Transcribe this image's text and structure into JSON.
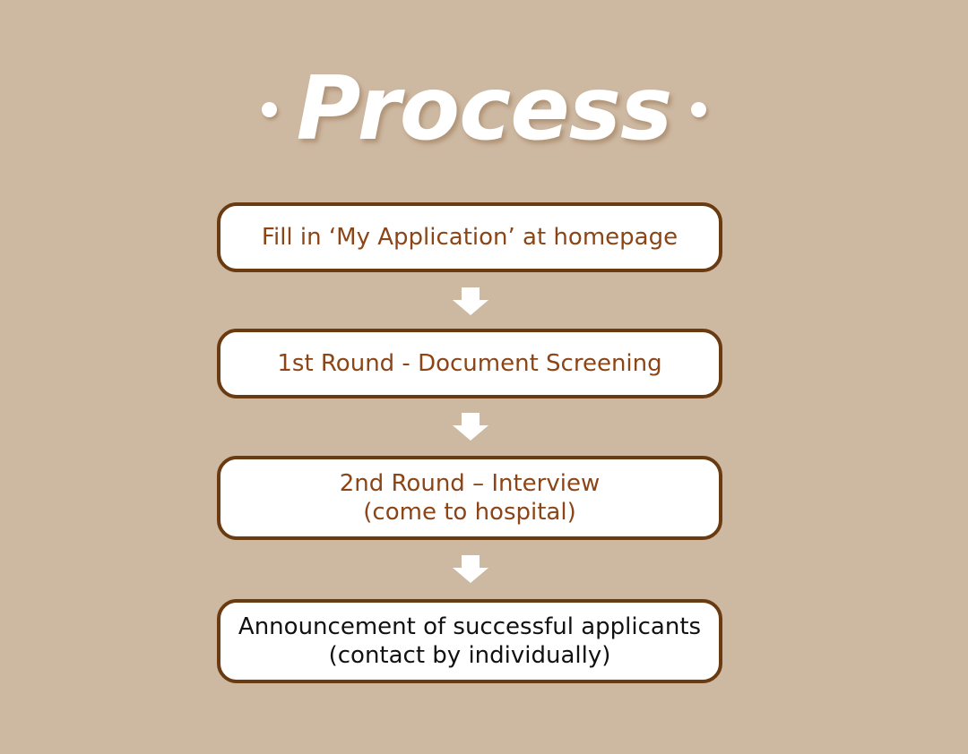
{
  "title": "Process",
  "steps": [
    {
      "lines": [
        "Fill in ‘My Application’ at homepage"
      ]
    },
    {
      "lines": [
        "1st Round - Document Screening"
      ]
    },
    {
      "lines": [
        "2nd Round – Interview",
        "(come to hospital)"
      ]
    },
    {
      "lines": [
        "Announcement of successful applicants",
        "(contact by individually)"
      ]
    }
  ],
  "colors": {
    "background": "#cdb8a1",
    "box_border": "#6a3a10",
    "step_text": "#8b4516",
    "final_text": "#111111",
    "arrow": "#ffffff"
  }
}
